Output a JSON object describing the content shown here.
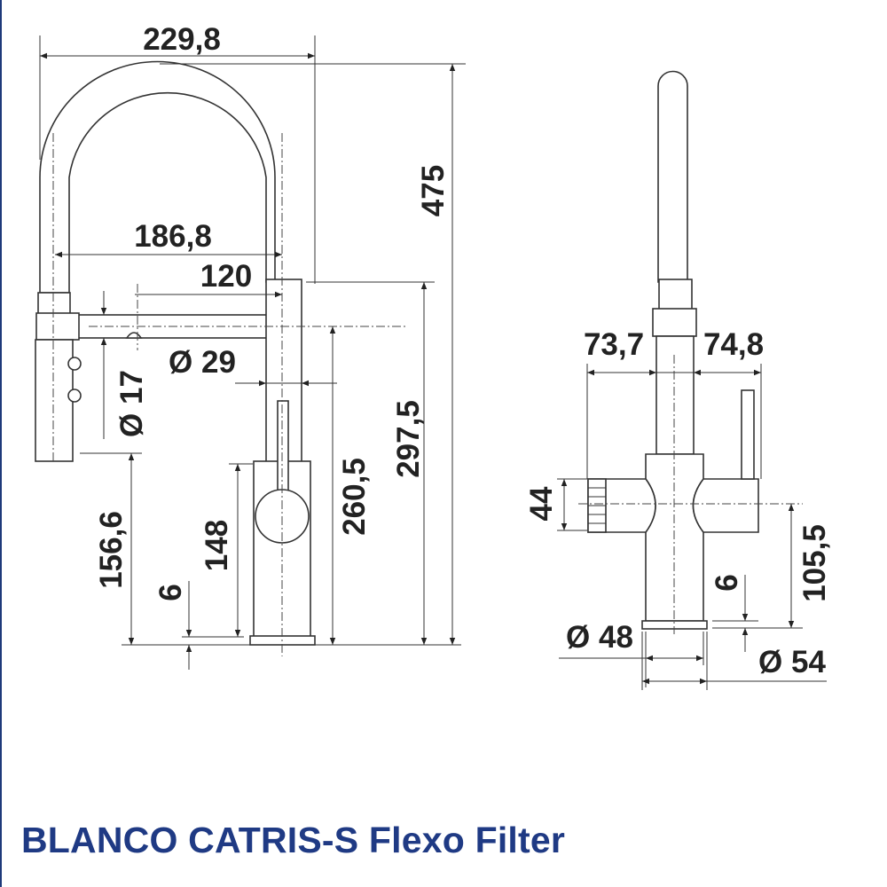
{
  "product_title": "BLANCO CATRIS-S Flexo Filter",
  "colors": {
    "title": "#1f3a84",
    "lines": "#333333"
  },
  "side_view_dimensions": {
    "total_reach": "229,8",
    "total_height": "475",
    "hose_reach": "186,8",
    "spout_reach": "120",
    "spout_diameter": "Ø 29",
    "spray_diameter": "Ø 17",
    "spray_clearance": "156,6",
    "lever_height": "148",
    "base_thickness": "6",
    "spout_clearance": "260,5",
    "spout_top_height": "297,5"
  },
  "front_view_dimensions": {
    "left_extent": "73,7",
    "right_extent": "74,8",
    "knob_height": "44",
    "knob_axis_height": "105,5",
    "base_thickness": "6",
    "body_diameter": "Ø 48",
    "base_diameter": "Ø 54"
  }
}
